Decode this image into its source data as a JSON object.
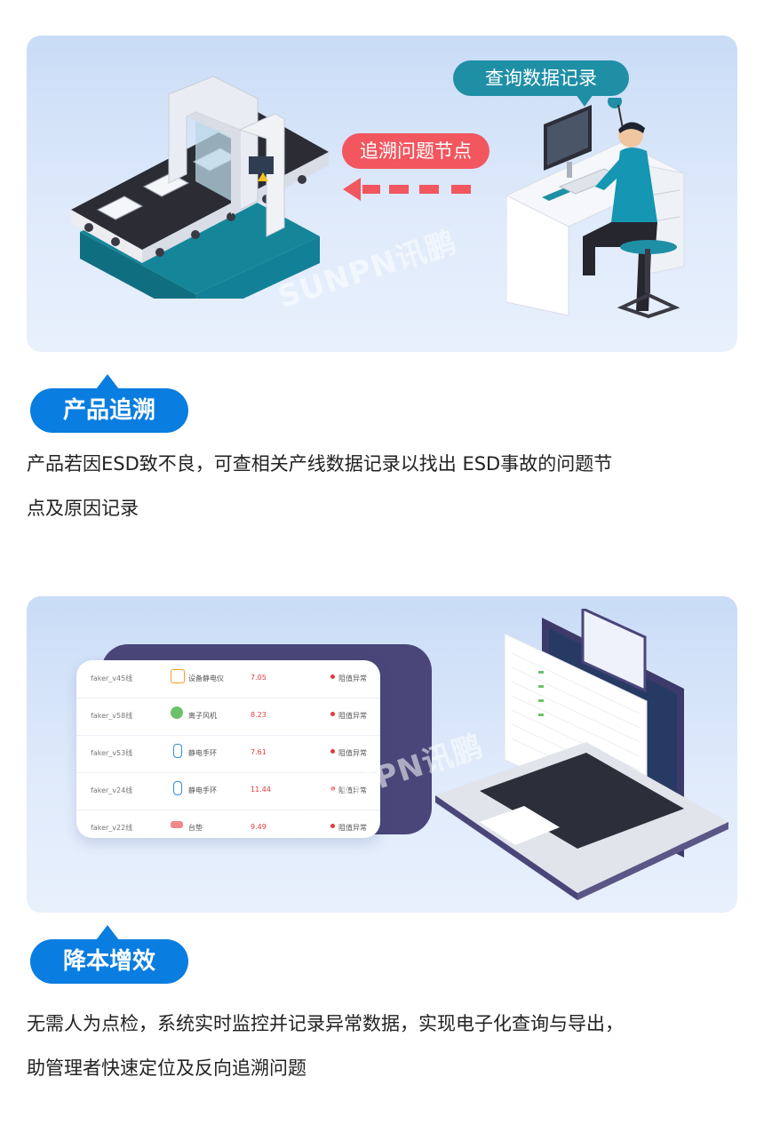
{
  "section1": {
    "bubble_query": "查询数据记录",
    "bubble_trace": "追溯问题节点",
    "watermark": "SUNPN讯鹏",
    "tag": "产品追溯",
    "desc_lines": [
      "产品若因ESD致不良，可查相关产线数据记录以找出 ESD事故的问题节",
      "点及原因记录"
    ]
  },
  "section2": {
    "watermark": "SUNPN讯鹏",
    "table": [
      {
        "line": "faker_v45线",
        "device": "设备静电仪",
        "icon": "meter-icon",
        "value": "7.05",
        "status": "阻值异常"
      },
      {
        "line": "faker_v58线",
        "device": "离子风机",
        "icon": "ionizer-icon",
        "value": "8.23",
        "status": "阻值异常"
      },
      {
        "line": "faker_v53线",
        "device": "静电手环",
        "icon": "wristband-icon",
        "value": "7.61",
        "status": "阻值异常"
      },
      {
        "line": "faker_v24线",
        "device": "静电手环",
        "icon": "wristband-icon",
        "value": "11.44",
        "status": "阻值异常"
      },
      {
        "line": "faker_v22线",
        "device": "台垫",
        "icon": "mat-icon",
        "value": "9.49",
        "status": "阻值异常"
      }
    ],
    "tag": "降本增效",
    "desc_lines": [
      "无需人为点检，系统实时监控并记录异常数据，实现电子化查询与导出，",
      "助管理者快速定位及反向追溯问题"
    ]
  },
  "colors": {
    "tag_blue": "#0a7de0",
    "query_teal": "#1f8fa6",
    "trace_red": "#f2565f",
    "alert_red": "#e43b3b"
  }
}
